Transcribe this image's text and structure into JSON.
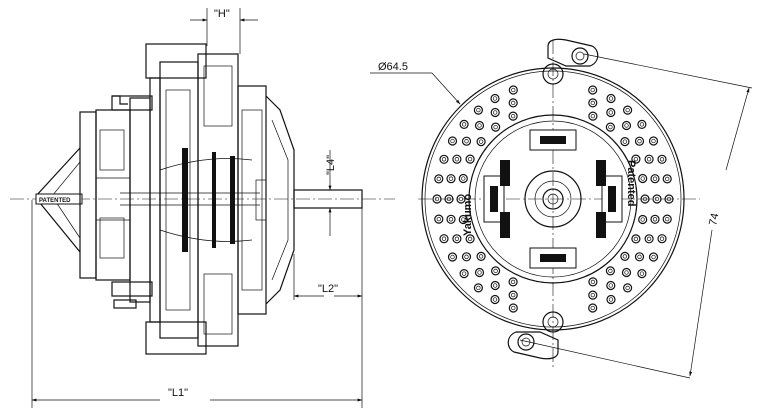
{
  "dimensions": {
    "h": "\"H\"",
    "l4": "\"L4\"",
    "l2": "\"L2\"",
    "l1": "\"L1\"",
    "diameter": "Ø64.5",
    "height": "74"
  },
  "brand": {
    "left": "Yakumo",
    "right": "Patented",
    "side": "PATENTED"
  }
}
